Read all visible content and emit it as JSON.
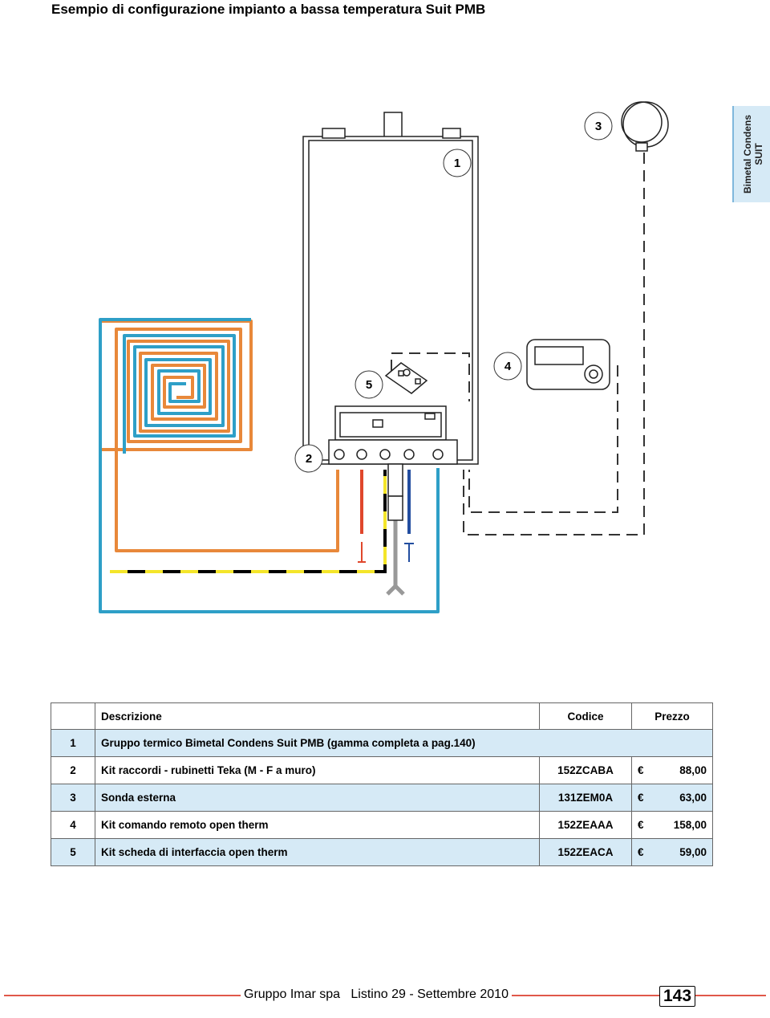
{
  "page": {
    "title": "Esempio di configurazione impianto a bassa temperatura Suit PMB",
    "side_tab": {
      "line1": "Bimetal Condens",
      "line2": "SUIT"
    }
  },
  "diagram": {
    "callouts": [
      "1",
      "2",
      "3",
      "4",
      "5"
    ],
    "colors": {
      "orange": "#e8883a",
      "cyan": "#2e9fc7",
      "red": "#e0472c",
      "blue": "#234ea0",
      "yellow": "#f4e52a",
      "gray": "#999999"
    },
    "icons": [
      "boiler-unit",
      "outdoor-probe",
      "remote-control",
      "interface-board",
      "floor-heating-coil"
    ]
  },
  "table": {
    "headers": {
      "description": "Descrizione",
      "code": "Codice",
      "price": "Prezzo"
    },
    "rows": [
      {
        "num": "1",
        "description": "Gruppo termico Bimetal Condens Suit PMB (gamma completa a pag.140)",
        "code": "",
        "currency": "",
        "price": ""
      },
      {
        "num": "2",
        "description": "Kit raccordi - rubinetti Teka (M - F a muro)",
        "code": "152ZCABA",
        "currency": "€",
        "price": "88,00"
      },
      {
        "num": "3",
        "description": "Sonda esterna",
        "code": "131ZEM0A",
        "currency": "€",
        "price": "63,00"
      },
      {
        "num": "4",
        "description": "Kit comando remoto open therm",
        "code": "152ZEAAA",
        "currency": "€",
        "price": "158,00"
      },
      {
        "num": "5",
        "description": "Kit scheda di interfaccia open therm",
        "code": "152ZEACA",
        "currency": "€",
        "price": "59,00"
      }
    ]
  },
  "footer": {
    "company": "Gruppo Imar spa",
    "catalog": "Listino 29 - Settembre 2010",
    "page_number": "143"
  }
}
